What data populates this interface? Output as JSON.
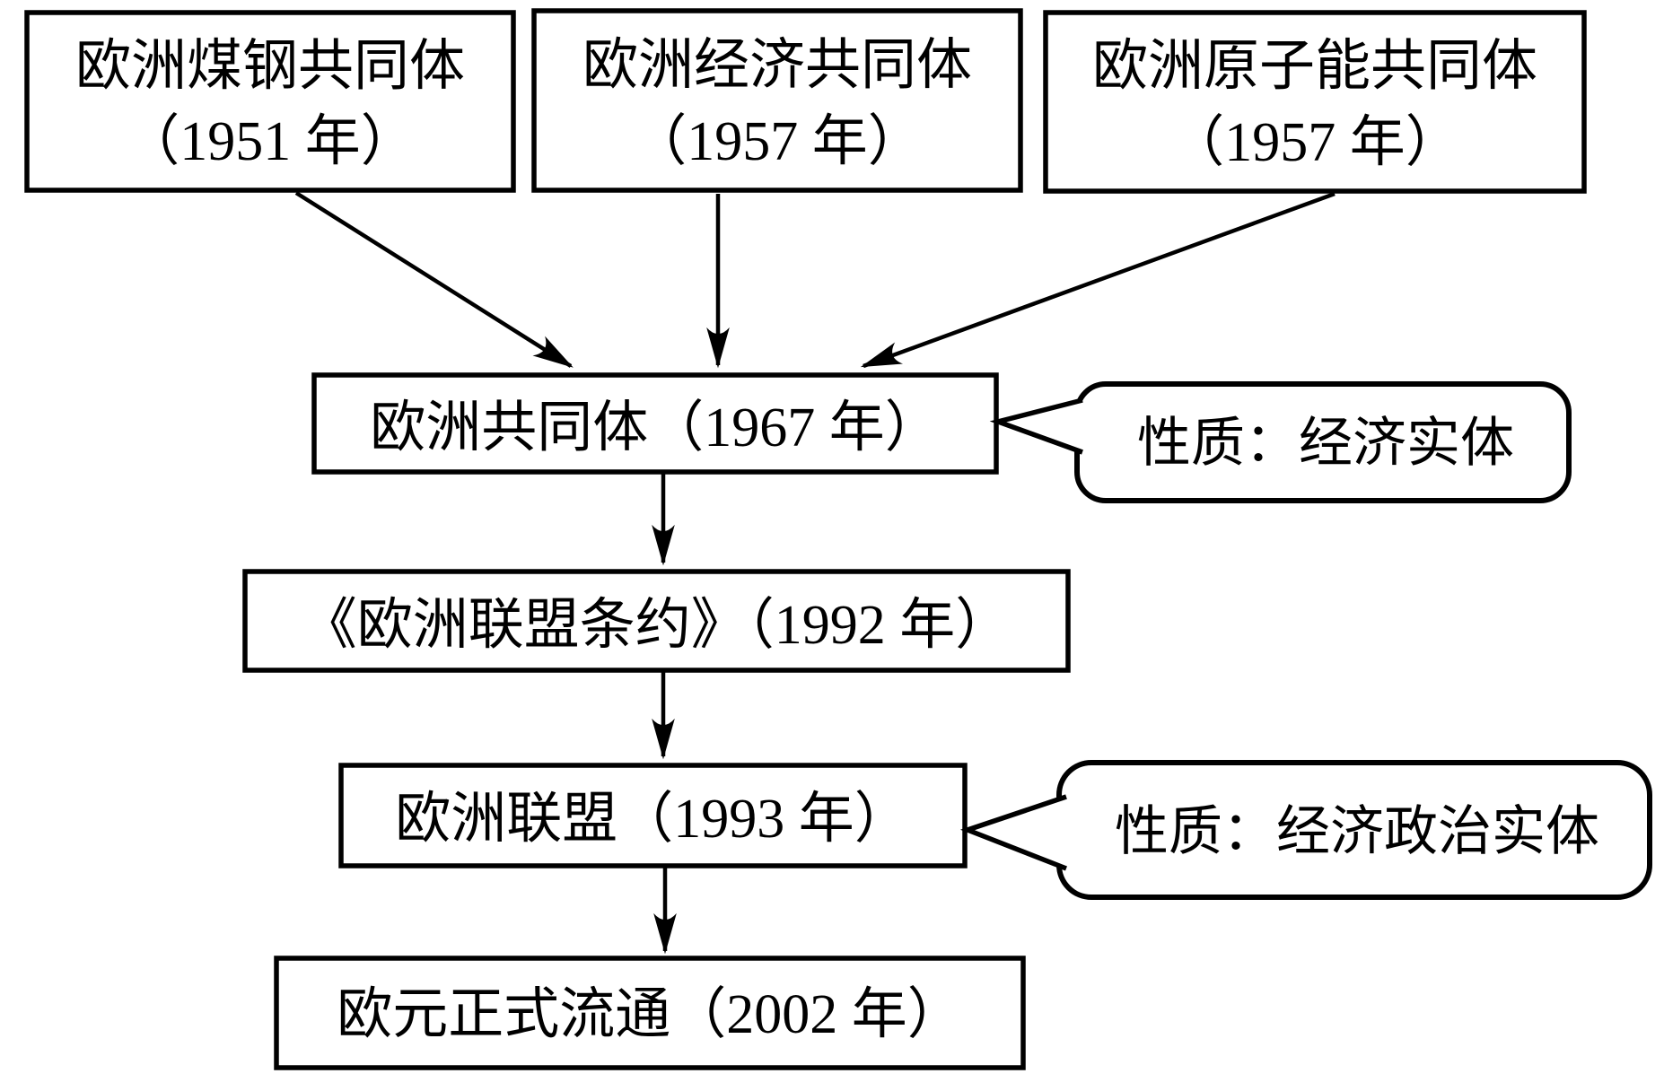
{
  "diagram": {
    "title": "European Union formation flowchart",
    "colors": {
      "stroke": "#000000",
      "background": "#ffffff"
    },
    "top_boxes": [
      {
        "line1": "欧洲煤钢共同体",
        "line2": "（1951 年）"
      },
      {
        "line1": "欧洲经济共同体",
        "line2": "（1957 年）"
      },
      {
        "line1": "欧洲原子能共同体",
        "line2": "（1957 年）"
      }
    ],
    "ec_box": {
      "label": "欧洲共同体（1967 年）"
    },
    "treaty_box": {
      "label": "《欧洲联盟条约》（1992 年）"
    },
    "eu_box": {
      "label": "欧洲联盟（1993 年）"
    },
    "euro_box": {
      "label": "欧元正式流通（2002 年）"
    },
    "callouts": [
      {
        "label": "性质：经济实体"
      },
      {
        "label": "性质：经济政治实体"
      }
    ],
    "edges": [
      {
        "from": "欧洲煤钢共同体（1951 年）",
        "to": "欧洲共同体（1967 年）"
      },
      {
        "from": "欧洲经济共同体（1957 年）",
        "to": "欧洲共同体（1967 年）"
      },
      {
        "from": "欧洲原子能共同体（1957 年）",
        "to": "欧洲共同体（1967 年）"
      },
      {
        "from": "欧洲共同体（1967 年）",
        "to": "《欧洲联盟条约》（1992 年）"
      },
      {
        "from": "《欧洲联盟条约》（1992 年）",
        "to": "欧洲联盟（1993 年）"
      },
      {
        "from": "欧洲联盟（1993 年）",
        "to": "欧元正式流通（2002 年）"
      }
    ]
  }
}
